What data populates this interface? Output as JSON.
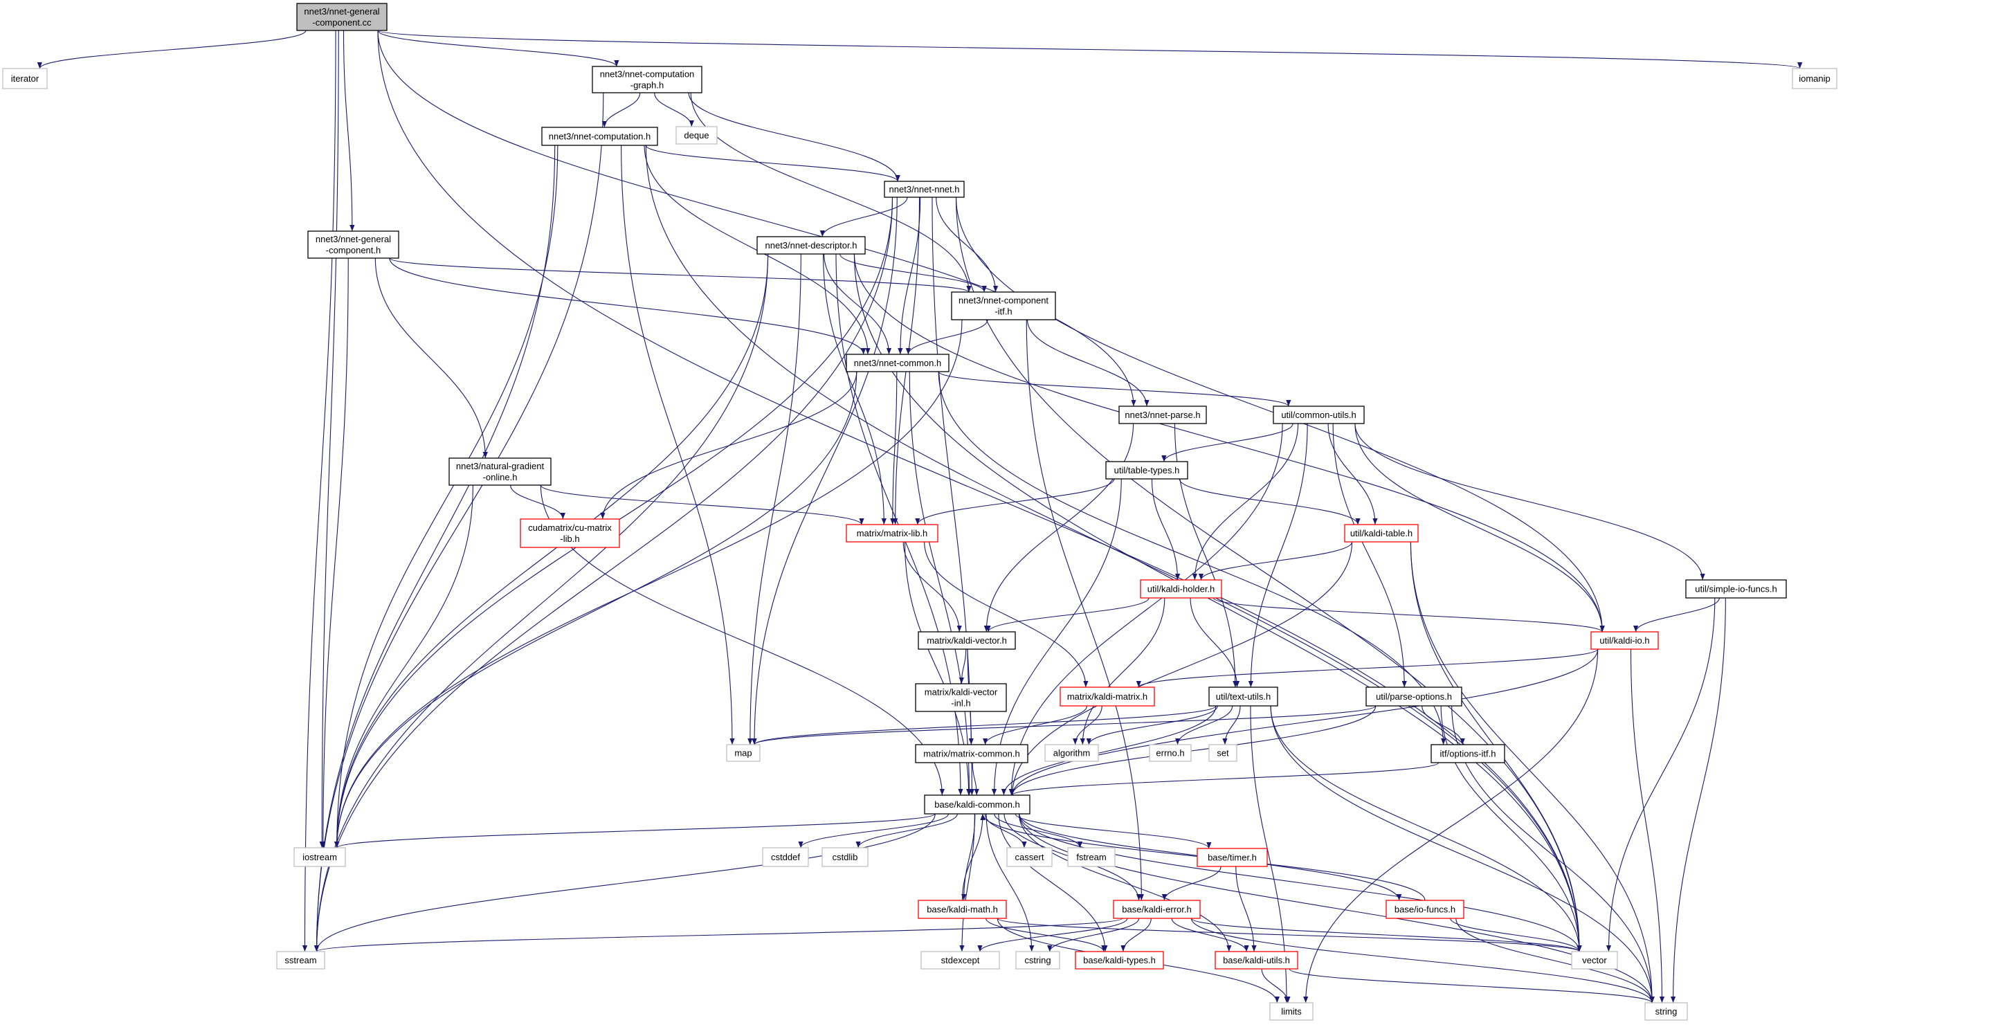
{
  "title": "nnet3/nnet-general-component.cc include dependency graph",
  "colors": {
    "edge": "#191970",
    "root_fill": "#bfbfbf",
    "red_border": "#ff0000",
    "system_border": "#bfbfbf",
    "normal_border": "#000000"
  },
  "nodes": [
    {
      "id": "root",
      "lines": [
        "nnet3/nnet-general",
        "-component.cc"
      ],
      "kind": "root"
    },
    {
      "id": "iterator",
      "lines": [
        "iterator"
      ],
      "kind": "system"
    },
    {
      "id": "graph",
      "lines": [
        "nnet3/nnet-computation",
        "-graph.h"
      ],
      "kind": "normal"
    },
    {
      "id": "deque",
      "lines": [
        "deque"
      ],
      "kind": "system"
    },
    {
      "id": "iomanip",
      "lines": [
        "iomanip"
      ],
      "kind": "system"
    },
    {
      "id": "computation",
      "lines": [
        "nnet3/nnet-computation.h"
      ],
      "kind": "normal"
    },
    {
      "id": "nnet",
      "lines": [
        "nnet3/nnet-nnet.h"
      ],
      "kind": "normal"
    },
    {
      "id": "gencomp",
      "lines": [
        "nnet3/nnet-general",
        "-component.h"
      ],
      "kind": "normal"
    },
    {
      "id": "descriptor",
      "lines": [
        "nnet3/nnet-descriptor.h"
      ],
      "kind": "normal"
    },
    {
      "id": "compitf",
      "lines": [
        "nnet3/nnet-component",
        "-itf.h"
      ],
      "kind": "normal"
    },
    {
      "id": "common",
      "lines": [
        "nnet3/nnet-common.h"
      ],
      "kind": "normal"
    },
    {
      "id": "parse",
      "lines": [
        "nnet3/nnet-parse.h"
      ],
      "kind": "normal"
    },
    {
      "id": "commonutils",
      "lines": [
        "util/common-utils.h"
      ],
      "kind": "normal"
    },
    {
      "id": "natgrad",
      "lines": [
        "nnet3/natural-gradient",
        "-online.h"
      ],
      "kind": "normal"
    },
    {
      "id": "tabletypes",
      "lines": [
        "util/table-types.h"
      ],
      "kind": "normal"
    },
    {
      "id": "cumatrix",
      "lines": [
        "cudamatrix/cu-matrix",
        "-lib.h"
      ],
      "kind": "red"
    },
    {
      "id": "matrixlib",
      "lines": [
        "matrix/matrix-lib.h"
      ],
      "kind": "red"
    },
    {
      "id": "kalditable",
      "lines": [
        "util/kaldi-table.h"
      ],
      "kind": "red"
    },
    {
      "id": "simpleio",
      "lines": [
        "util/simple-io-funcs.h"
      ],
      "kind": "normal"
    },
    {
      "id": "holder",
      "lines": [
        "util/kaldi-holder.h"
      ],
      "kind": "red"
    },
    {
      "id": "kaldiio",
      "lines": [
        "util/kaldi-io.h"
      ],
      "kind": "red"
    },
    {
      "id": "kvector",
      "lines": [
        "matrix/kaldi-vector.h"
      ],
      "kind": "normal"
    },
    {
      "id": "kvectorinl",
      "lines": [
        "matrix/kaldi-vector",
        "-inl.h"
      ],
      "kind": "normal"
    },
    {
      "id": "kmatrix",
      "lines": [
        "matrix/kaldi-matrix.h"
      ],
      "kind": "red"
    },
    {
      "id": "textutils",
      "lines": [
        "util/text-utils.h"
      ],
      "kind": "normal"
    },
    {
      "id": "parseopts",
      "lines": [
        "util/parse-options.h"
      ],
      "kind": "normal"
    },
    {
      "id": "map",
      "lines": [
        "map"
      ],
      "kind": "system"
    },
    {
      "id": "matrixcommon",
      "lines": [
        "matrix/matrix-common.h"
      ],
      "kind": "normal"
    },
    {
      "id": "algorithm",
      "lines": [
        "algorithm"
      ],
      "kind": "system"
    },
    {
      "id": "errno",
      "lines": [
        "errno.h"
      ],
      "kind": "system"
    },
    {
      "id": "set",
      "lines": [
        "set"
      ],
      "kind": "system"
    },
    {
      "id": "optionsitf",
      "lines": [
        "itf/options-itf.h"
      ],
      "kind": "normal"
    },
    {
      "id": "kcommon",
      "lines": [
        "base/kaldi-common.h"
      ],
      "kind": "normal"
    },
    {
      "id": "iostream",
      "lines": [
        "iostream"
      ],
      "kind": "system"
    },
    {
      "id": "cstddef",
      "lines": [
        "cstddef"
      ],
      "kind": "system"
    },
    {
      "id": "cstdlib",
      "lines": [
        "cstdlib"
      ],
      "kind": "system"
    },
    {
      "id": "cassert",
      "lines": [
        "cassert"
      ],
      "kind": "system"
    },
    {
      "id": "fstream",
      "lines": [
        "fstream"
      ],
      "kind": "system"
    },
    {
      "id": "timer",
      "lines": [
        "base/timer.h"
      ],
      "kind": "red"
    },
    {
      "id": "kmath",
      "lines": [
        "base/kaldi-math.h"
      ],
      "kind": "red"
    },
    {
      "id": "kerror",
      "lines": [
        "base/kaldi-error.h"
      ],
      "kind": "red"
    },
    {
      "id": "iofuncs",
      "lines": [
        "base/io-funcs.h"
      ],
      "kind": "red"
    },
    {
      "id": "sstream",
      "lines": [
        "sstream"
      ],
      "kind": "system"
    },
    {
      "id": "stdexcept",
      "lines": [
        "stdexcept"
      ],
      "kind": "system"
    },
    {
      "id": "cstring",
      "lines": [
        "cstring"
      ],
      "kind": "system"
    },
    {
      "id": "ktypes",
      "lines": [
        "base/kaldi-types.h"
      ],
      "kind": "red"
    },
    {
      "id": "kutils",
      "lines": [
        "base/kaldi-utils.h"
      ],
      "kind": "red"
    },
    {
      "id": "vector",
      "lines": [
        "vector"
      ],
      "kind": "system"
    },
    {
      "id": "limits",
      "lines": [
        "limits"
      ],
      "kind": "system"
    },
    {
      "id": "string",
      "lines": [
        "string"
      ],
      "kind": "system"
    }
  ],
  "edges": [
    [
      "root",
      "iterator"
    ],
    [
      "root",
      "sstream"
    ],
    [
      "root",
      "iostream"
    ],
    [
      "root",
      "gencomp"
    ],
    [
      "root",
      "graph"
    ],
    [
      "root",
      "parse"
    ],
    [
      "root",
      "iomanip"
    ],
    [
      "root",
      "vector"
    ],
    [
      "graph",
      "sstream"
    ],
    [
      "graph",
      "computation"
    ],
    [
      "graph",
      "deque"
    ],
    [
      "graph",
      "nnet"
    ],
    [
      "graph",
      "compitf"
    ],
    [
      "computation",
      "iostream"
    ],
    [
      "computation",
      "sstream"
    ],
    [
      "computation",
      "map"
    ],
    [
      "computation",
      "nnet"
    ],
    [
      "computation",
      "common"
    ],
    [
      "computation",
      "vector"
    ],
    [
      "nnet",
      "iostream"
    ],
    [
      "nnet",
      "sstream"
    ],
    [
      "nnet",
      "map"
    ],
    [
      "nnet",
      "kcommon"
    ],
    [
      "nnet",
      "descriptor"
    ],
    [
      "nnet",
      "compitf"
    ],
    [
      "nnet",
      "common"
    ],
    [
      "nnet",
      "matrixlib"
    ],
    [
      "nnet",
      "kaldiio"
    ],
    [
      "nnet",
      "vector"
    ],
    [
      "gencomp",
      "iostream"
    ],
    [
      "gencomp",
      "natgrad"
    ],
    [
      "gencomp",
      "compitf"
    ],
    [
      "gencomp",
      "common"
    ],
    [
      "descriptor",
      "iostream"
    ],
    [
      "descriptor",
      "sstream"
    ],
    [
      "descriptor",
      "map"
    ],
    [
      "descriptor",
      "kcommon"
    ],
    [
      "descriptor",
      "compitf"
    ],
    [
      "descriptor",
      "common"
    ],
    [
      "descriptor",
      "matrixlib"
    ],
    [
      "descriptor",
      "kaldiio"
    ],
    [
      "descriptor",
      "vector"
    ],
    [
      "compitf",
      "iostream"
    ],
    [
      "compitf",
      "common"
    ],
    [
      "compitf",
      "parse"
    ],
    [
      "compitf",
      "kerror"
    ],
    [
      "common",
      "iostream"
    ],
    [
      "common",
      "kcommon"
    ],
    [
      "common",
      "cumatrix"
    ],
    [
      "common",
      "matrixlib"
    ],
    [
      "common",
      "commonutils"
    ],
    [
      "common",
      "optionsitf"
    ],
    [
      "natgrad",
      "iostream"
    ],
    [
      "natgrad",
      "cumatrix"
    ],
    [
      "natgrad",
      "matrixlib"
    ],
    [
      "natgrad",
      "kcommon"
    ],
    [
      "parse",
      "textutils"
    ],
    [
      "parse",
      "kvector"
    ],
    [
      "commonutils",
      "tabletypes"
    ],
    [
      "commonutils",
      "holder"
    ],
    [
      "commonutils",
      "kalditable"
    ],
    [
      "commonutils",
      "kaldiio"
    ],
    [
      "commonutils",
      "textutils"
    ],
    [
      "commonutils",
      "kcommon"
    ],
    [
      "commonutils",
      "parseopts"
    ],
    [
      "commonutils",
      "simpleio"
    ],
    [
      "tabletypes",
      "matrixlib"
    ],
    [
      "tabletypes",
      "kalditable"
    ],
    [
      "tabletypes",
      "holder"
    ],
    [
      "tabletypes",
      "kcommon"
    ],
    [
      "matrixlib",
      "kvector"
    ],
    [
      "matrixlib",
      "kmatrix"
    ],
    [
      "matrixlib",
      "kcommon"
    ],
    [
      "kalditable",
      "holder"
    ],
    [
      "kalditable",
      "kcommon"
    ],
    [
      "kalditable",
      "vector"
    ],
    [
      "kalditable",
      "string"
    ],
    [
      "simpleio",
      "kaldiio"
    ],
    [
      "simpleio",
      "vector"
    ],
    [
      "simpleio",
      "string"
    ],
    [
      "holder",
      "kvector"
    ],
    [
      "holder",
      "kaldiio"
    ],
    [
      "holder",
      "textutils"
    ],
    [
      "holder",
      "algorithm"
    ],
    [
      "kaldiio",
      "kmatrix"
    ],
    [
      "kaldiio",
      "kcommon"
    ],
    [
      "kaldiio",
      "limits"
    ],
    [
      "kaldiio",
      "string"
    ],
    [
      "kvector",
      "kvectorinl"
    ],
    [
      "kvector",
      "matrixcommon"
    ],
    [
      "kmatrix",
      "matrixcommon"
    ],
    [
      "kmatrix",
      "algorithm"
    ],
    [
      "textutils",
      "map"
    ],
    [
      "textutils",
      "algorithm"
    ],
    [
      "textutils",
      "errno"
    ],
    [
      "textutils",
      "set"
    ],
    [
      "textutils",
      "kcommon"
    ],
    [
      "textutils",
      "limits"
    ],
    [
      "textutils",
      "vector"
    ],
    [
      "textutils",
      "string"
    ],
    [
      "parseopts",
      "map"
    ],
    [
      "parseopts",
      "optionsitf"
    ],
    [
      "parseopts",
      "kcommon"
    ],
    [
      "parseopts",
      "vector"
    ],
    [
      "parseopts",
      "string"
    ],
    [
      "matrixcommon",
      "kcommon"
    ],
    [
      "optionsitf",
      "kcommon"
    ],
    [
      "kcommon",
      "iostream"
    ],
    [
      "kcommon",
      "sstream"
    ],
    [
      "kcommon",
      "cstddef"
    ],
    [
      "kcommon",
      "cstdlib"
    ],
    [
      "kcommon",
      "cassert"
    ],
    [
      "kcommon",
      "fstream"
    ],
    [
      "kcommon",
      "stdexcept"
    ],
    [
      "kcommon",
      "cstring"
    ],
    [
      "kcommon",
      "kmath"
    ],
    [
      "kcommon",
      "kerror"
    ],
    [
      "kcommon",
      "timer"
    ],
    [
      "kcommon",
      "ktypes"
    ],
    [
      "kcommon",
      "kutils"
    ],
    [
      "kcommon",
      "iofuncs"
    ],
    [
      "kcommon",
      "vector"
    ],
    [
      "kcommon",
      "string"
    ],
    [
      "timer",
      "kerror"
    ],
    [
      "timer",
      "kutils"
    ],
    [
      "kmath",
      "kcommon"
    ],
    [
      "kmath",
      "ktypes"
    ],
    [
      "kmath",
      "vector"
    ],
    [
      "kmath",
      "limits"
    ],
    [
      "kerror",
      "sstream"
    ],
    [
      "kerror",
      "stdexcept"
    ],
    [
      "kerror",
      "cstring"
    ],
    [
      "kerror",
      "ktypes"
    ],
    [
      "kerror",
      "kutils"
    ],
    [
      "kerror",
      "vector"
    ],
    [
      "kerror",
      "string"
    ],
    [
      "iofuncs",
      "kcommon"
    ],
    [
      "iofuncs",
      "vector"
    ],
    [
      "iofuncs",
      "string"
    ],
    [
      "kutils",
      "limits"
    ],
    [
      "kutils",
      "string"
    ]
  ]
}
